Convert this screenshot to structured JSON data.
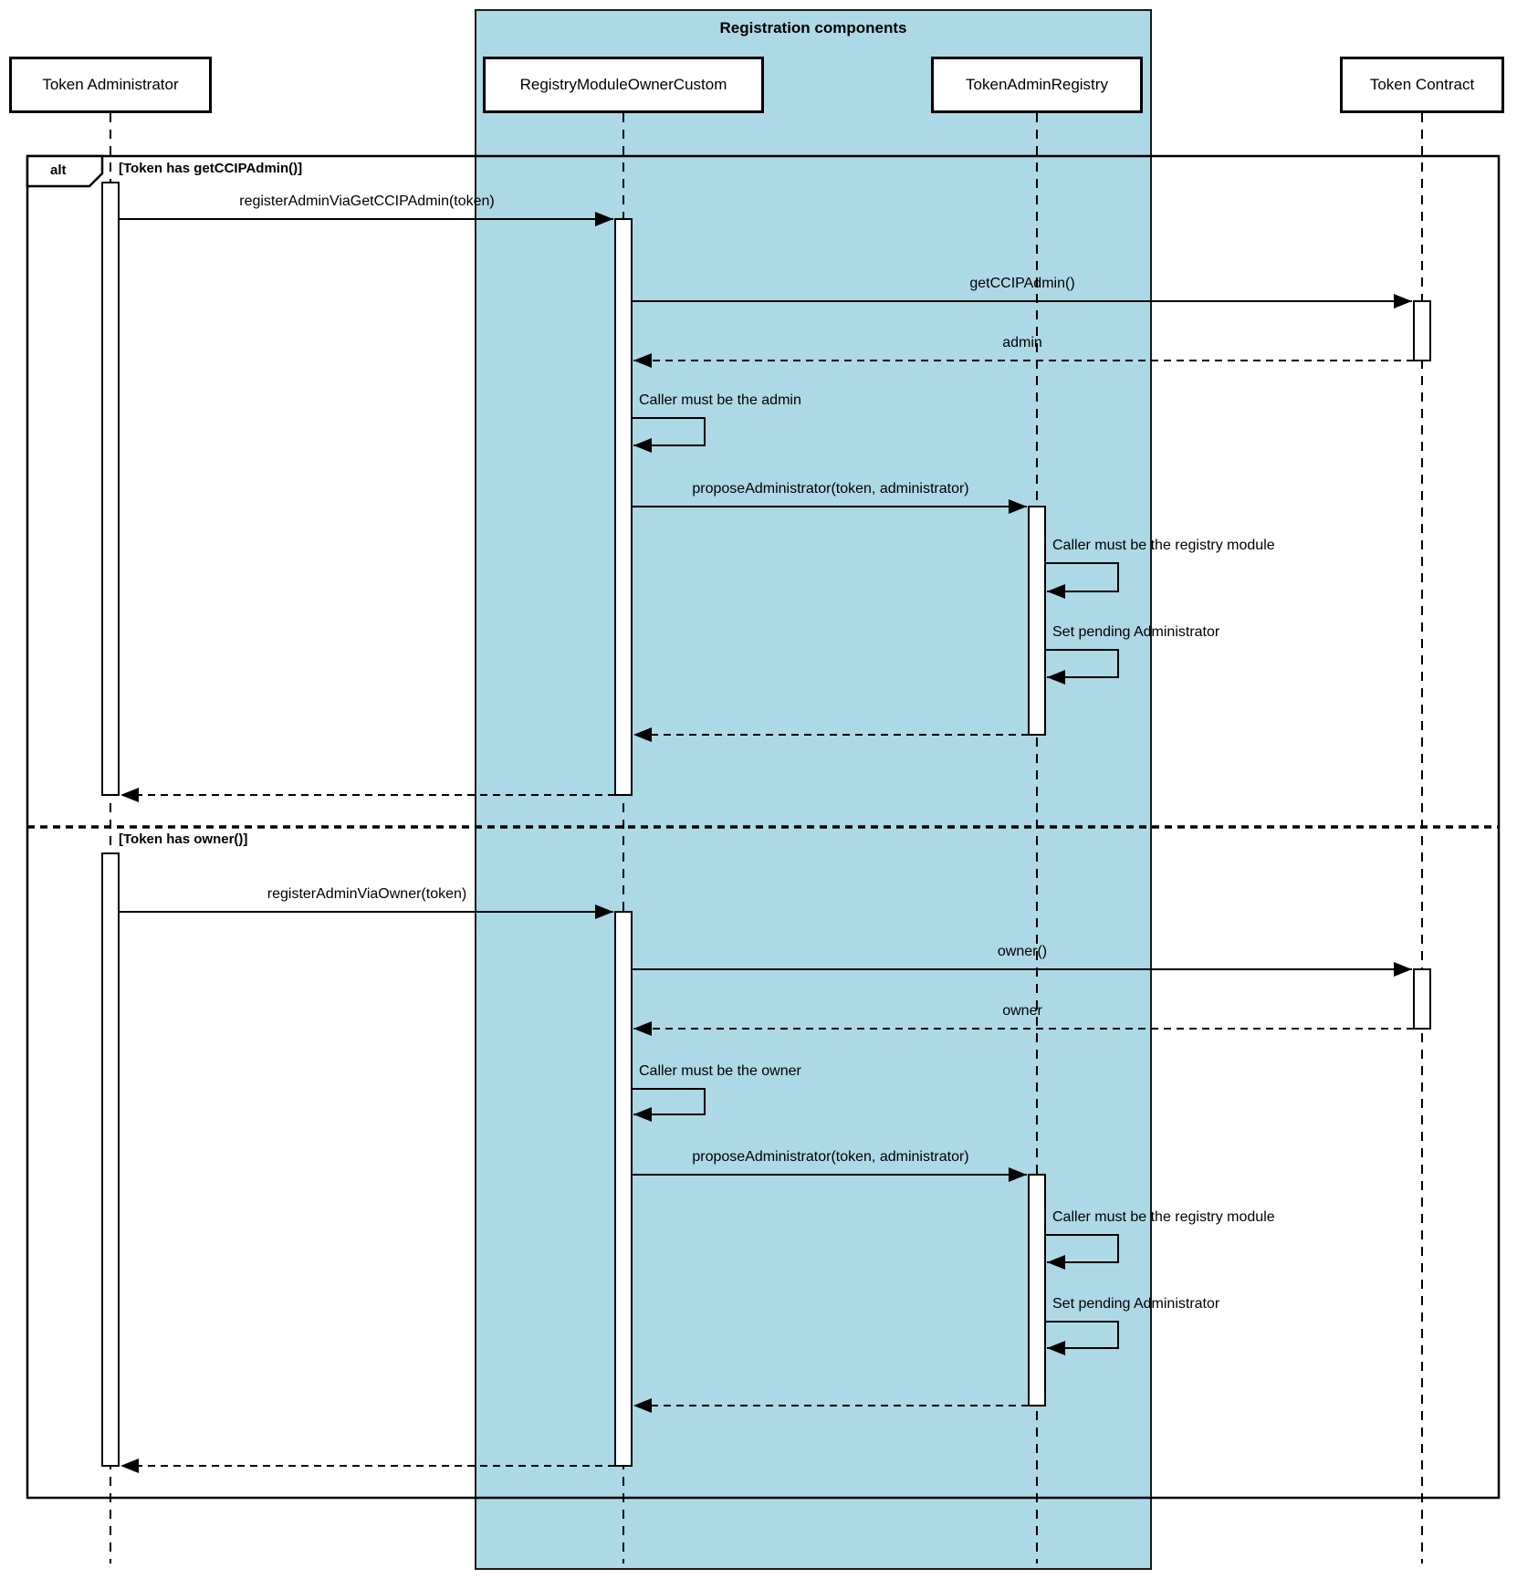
{
  "group": {
    "title": "Registration components"
  },
  "frame": {
    "operator": "alt"
  },
  "participants": [
    {
      "label": "Token Administrator"
    },
    {
      "label": "RegistryModuleOwnerCustom"
    },
    {
      "label": "TokenAdminRegistry"
    },
    {
      "label": "Token Contract"
    }
  ],
  "sections": [
    {
      "guard": "[Token has getCCIPAdmin()]",
      "messages": [
        {
          "label": "registerAdminViaGetCCIPAdmin(token)",
          "from": "Token Administrator",
          "to": "RegistryModuleOwnerCustom",
          "kind": "call"
        },
        {
          "label": "getCCIPAdmin()",
          "from": "RegistryModuleOwnerCustom",
          "to": "Token Contract",
          "kind": "call"
        },
        {
          "label": "admin",
          "from": "Token Contract",
          "to": "RegistryModuleOwnerCustom",
          "kind": "return"
        },
        {
          "label": "Caller must be the admin",
          "from": "RegistryModuleOwnerCustom",
          "to": "RegistryModuleOwnerCustom",
          "kind": "self"
        },
        {
          "label": "proposeAdministrator(token, administrator)",
          "from": "RegistryModuleOwnerCustom",
          "to": "TokenAdminRegistry",
          "kind": "call"
        },
        {
          "label": "Caller must be the registry module",
          "from": "TokenAdminRegistry",
          "to": "TokenAdminRegistry",
          "kind": "self"
        },
        {
          "label": "Set pending Administrator",
          "from": "TokenAdminRegistry",
          "to": "TokenAdminRegistry",
          "kind": "self"
        },
        {
          "label": "",
          "from": "TokenAdminRegistry",
          "to": "RegistryModuleOwnerCustom",
          "kind": "return"
        },
        {
          "label": "",
          "from": "RegistryModuleOwnerCustom",
          "to": "Token Administrator",
          "kind": "return"
        }
      ]
    },
    {
      "guard": "[Token has owner()]",
      "messages": [
        {
          "label": "registerAdminViaOwner(token)",
          "from": "Token Administrator",
          "to": "RegistryModuleOwnerCustom",
          "kind": "call"
        },
        {
          "label": "owner()",
          "from": "RegistryModuleOwnerCustom",
          "to": "Token Contract",
          "kind": "call"
        },
        {
          "label": "owner",
          "from": "Token Contract",
          "to": "RegistryModuleOwnerCustom",
          "kind": "return"
        },
        {
          "label": "Caller must be the owner",
          "from": "RegistryModuleOwnerCustom",
          "to": "RegistryModuleOwnerCustom",
          "kind": "self"
        },
        {
          "label": "proposeAdministrator(token, administrator)",
          "from": "RegistryModuleOwnerCustom",
          "to": "TokenAdminRegistry",
          "kind": "call"
        },
        {
          "label": "Caller must be the registry module",
          "from": "TokenAdminRegistry",
          "to": "TokenAdminRegistry",
          "kind": "self"
        },
        {
          "label": "Set pending Administrator",
          "from": "TokenAdminRegistry",
          "to": "TokenAdminRegistry",
          "kind": "self"
        },
        {
          "label": "",
          "from": "TokenAdminRegistry",
          "to": "RegistryModuleOwnerCustom",
          "kind": "return"
        },
        {
          "label": "",
          "from": "RegistryModuleOwnerCustom",
          "to": "Token Administrator",
          "kind": "return"
        }
      ]
    }
  ],
  "colors": {
    "group_fill": "#ADD8E6",
    "line": "#000000",
    "participant_fill": "#FFFFFF",
    "background": "#FFFFFF"
  }
}
